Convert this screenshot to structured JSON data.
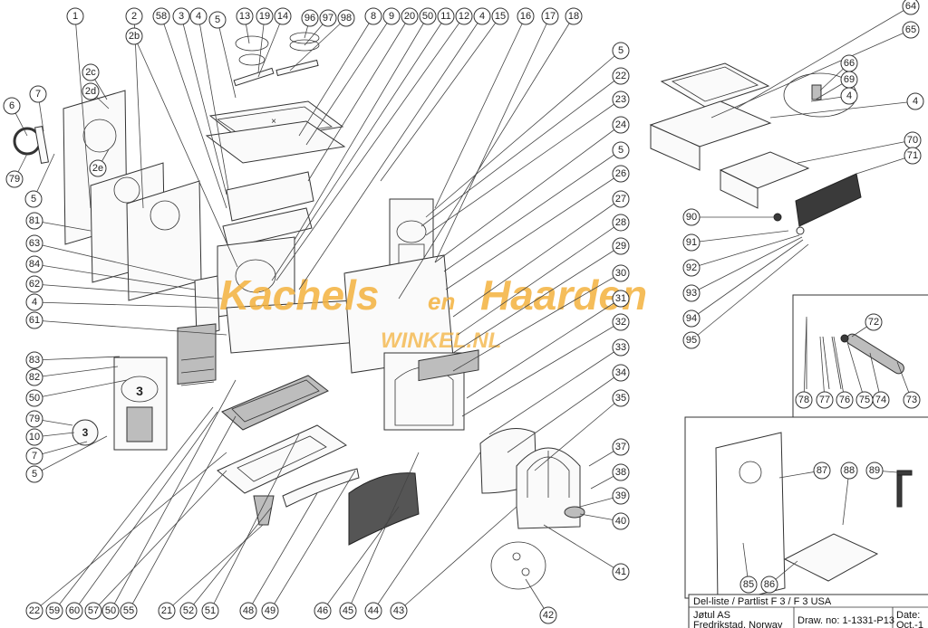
{
  "watermark": {
    "main_left": "Kachels",
    "main_mid": "en",
    "main_right": "Haarden",
    "sub": "WINKEL.NL"
  },
  "title_block": {
    "heading": "Del-liste  / Partlist F 3 / F 3 USA",
    "company_line1": "Jøtul AS",
    "company_line2": "Fredrikstad, Norway",
    "drawing_no": "Draw. no: 1-1331-P13",
    "date_label": "Date:",
    "date_value": "Oct.-1"
  },
  "callouts": [
    {
      "label": "1"
    },
    {
      "label": "2"
    },
    {
      "label": "2b"
    },
    {
      "label": "58"
    },
    {
      "label": "3"
    },
    {
      "label": "4"
    },
    {
      "label": "5"
    },
    {
      "label": "13"
    },
    {
      "label": "19"
    },
    {
      "label": "14"
    },
    {
      "label": "96"
    },
    {
      "label": "97"
    },
    {
      "label": "98"
    },
    {
      "label": "8"
    },
    {
      "label": "9"
    },
    {
      "label": "20"
    },
    {
      "label": "50"
    },
    {
      "label": "11"
    },
    {
      "label": "12"
    },
    {
      "label": "4"
    },
    {
      "label": "15"
    },
    {
      "label": "16"
    },
    {
      "label": "17"
    },
    {
      "label": "18"
    },
    {
      "label": "5"
    },
    {
      "label": "22"
    },
    {
      "label": "23"
    },
    {
      "label": "24"
    },
    {
      "label": "5"
    },
    {
      "label": "26"
    },
    {
      "label": "27"
    },
    {
      "label": "28"
    },
    {
      "label": "29"
    },
    {
      "label": "30"
    },
    {
      "label": "31"
    },
    {
      "label": "32"
    },
    {
      "label": "33"
    },
    {
      "label": "34"
    },
    {
      "label": "35"
    },
    {
      "label": "37"
    },
    {
      "label": "38"
    },
    {
      "label": "39"
    },
    {
      "label": "40"
    },
    {
      "label": "41"
    },
    {
      "label": "42"
    },
    {
      "label": "43"
    },
    {
      "label": "44"
    },
    {
      "label": "45"
    },
    {
      "label": "46"
    },
    {
      "label": "49"
    },
    {
      "label": "48"
    },
    {
      "label": "51"
    },
    {
      "label": "52"
    },
    {
      "label": "21"
    },
    {
      "label": "55"
    },
    {
      "label": "50"
    },
    {
      "label": "57"
    },
    {
      "label": "60"
    },
    {
      "label": "59"
    },
    {
      "label": "22"
    },
    {
      "label": "2c"
    },
    {
      "label": "2d"
    },
    {
      "label": "7"
    },
    {
      "label": "6"
    },
    {
      "label": "2e"
    },
    {
      "label": "79"
    },
    {
      "label": "5"
    },
    {
      "label": "81"
    },
    {
      "label": "63"
    },
    {
      "label": "84"
    },
    {
      "label": "62"
    },
    {
      "label": "4"
    },
    {
      "label": "61"
    },
    {
      "label": "83"
    },
    {
      "label": "82"
    },
    {
      "label": "50"
    },
    {
      "label": "79"
    },
    {
      "label": "10"
    },
    {
      "label": "7"
    },
    {
      "label": "5"
    },
    {
      "label": "64"
    },
    {
      "label": "65"
    },
    {
      "label": "66"
    },
    {
      "label": "69"
    },
    {
      "label": "4"
    },
    {
      "label": "4"
    },
    {
      "label": "70"
    },
    {
      "label": "71"
    },
    {
      "label": "90"
    },
    {
      "label": "91"
    },
    {
      "label": "92"
    },
    {
      "label": "93"
    },
    {
      "label": "94"
    },
    {
      "label": "95"
    },
    {
      "label": "72"
    },
    {
      "label": "78"
    },
    {
      "label": "77"
    },
    {
      "label": "76"
    },
    {
      "label": "75"
    },
    {
      "label": "74"
    },
    {
      "label": "73"
    },
    {
      "label": "87"
    },
    {
      "label": "88"
    },
    {
      "label": "89"
    },
    {
      "label": "85"
    },
    {
      "label": "86"
    }
  ],
  "door_badge": "3",
  "plate_badge": "3"
}
